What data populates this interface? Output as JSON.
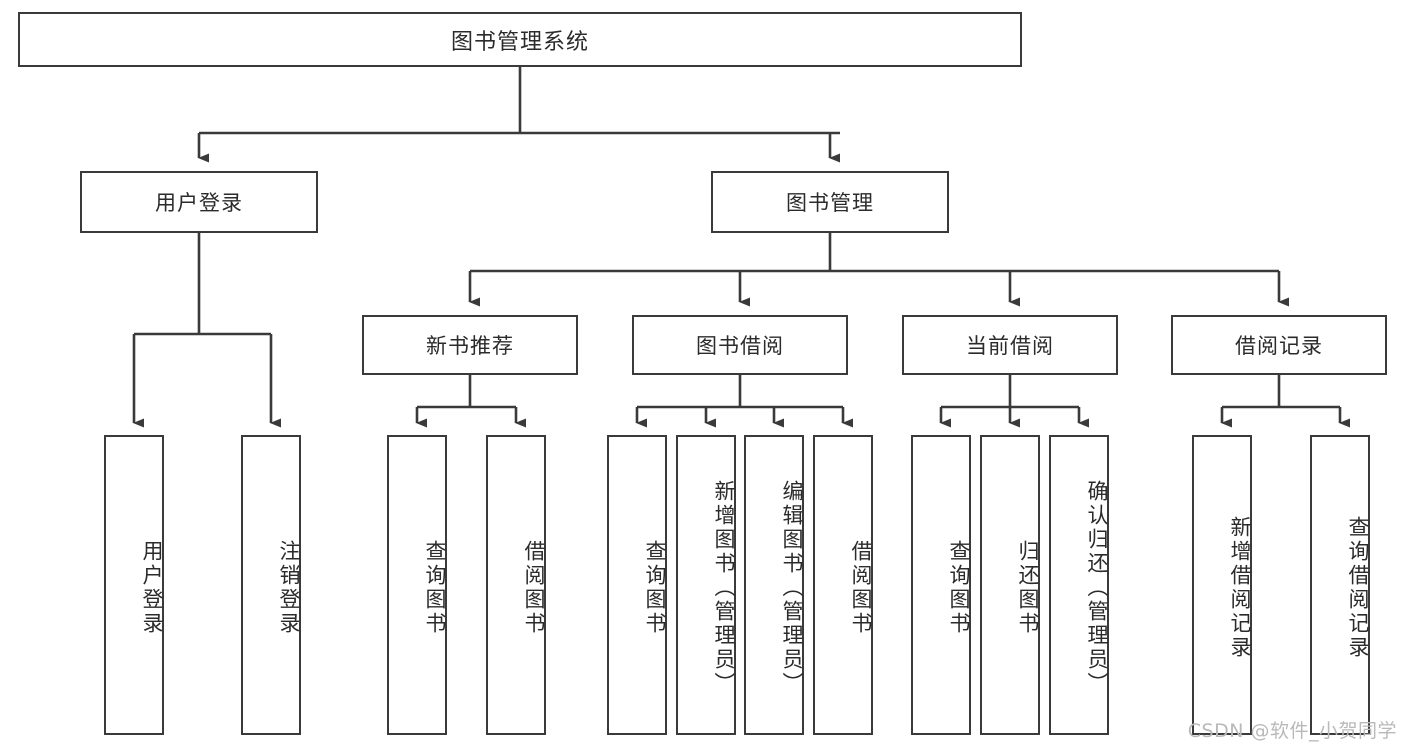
{
  "diagram": {
    "title": "图书管理系统",
    "type": "tree",
    "orientation": "top-down",
    "style": {
      "box_border_color": "#3a3a3a",
      "box_fill_color": "#ffffff",
      "edge_color": "#3a3a3a",
      "text_color": "#2b2b2b",
      "background": "#ffffff"
    },
    "root": {
      "id": "root",
      "label": "图书管理系统",
      "orientation": "horizontal"
    },
    "level2": [
      {
        "id": "n-user-login",
        "label": "用户登录",
        "orientation": "horizontal"
      },
      {
        "id": "n-book-manage",
        "label": "图书管理",
        "orientation": "horizontal"
      }
    ],
    "level3": [
      {
        "id": "n-new-book-rec",
        "label": "新书推荐",
        "orientation": "horizontal",
        "parent": "n-book-manage"
      },
      {
        "id": "n-book-borrow",
        "label": "图书借阅",
        "orientation": "horizontal",
        "parent": "n-book-manage"
      },
      {
        "id": "n-current-borrow",
        "label": "当前借阅",
        "orientation": "horizontal",
        "parent": "n-book-manage"
      },
      {
        "id": "n-borrow-record",
        "label": "借阅记录",
        "orientation": "horizontal",
        "parent": "n-book-manage"
      }
    ],
    "leaves": [
      {
        "id": "l-user-login",
        "label": "用户登录",
        "orientation": "vertical",
        "parent": "n-user-login"
      },
      {
        "id": "l-logout",
        "label": "注销登录",
        "orientation": "vertical",
        "parent": "n-user-login"
      },
      {
        "id": "l-query-book-1",
        "label": "查询图书",
        "orientation": "vertical",
        "parent": "n-new-book-rec"
      },
      {
        "id": "l-borrow-book-1",
        "label": "借阅图书",
        "orientation": "vertical",
        "parent": "n-new-book-rec"
      },
      {
        "id": "l-query-book-2",
        "label": "查询图书",
        "orientation": "vertical",
        "parent": "n-book-borrow"
      },
      {
        "id": "l-add-book",
        "label": "新增图书（管理员）",
        "orientation": "vertical",
        "parent": "n-book-borrow"
      },
      {
        "id": "l-edit-book",
        "label": "编辑图书（管理员）",
        "orientation": "vertical",
        "parent": "n-book-borrow"
      },
      {
        "id": "l-borrow-book-2",
        "label": "借阅图书",
        "orientation": "vertical",
        "parent": "n-book-borrow"
      },
      {
        "id": "l-query-book-3",
        "label": "查询图书",
        "orientation": "vertical",
        "parent": "n-current-borrow"
      },
      {
        "id": "l-return-book",
        "label": "归还图书",
        "orientation": "vertical",
        "parent": "n-current-borrow"
      },
      {
        "id": "l-confirm-return",
        "label": "确认归还（管理员）",
        "orientation": "vertical",
        "parent": "n-current-borrow"
      },
      {
        "id": "l-add-record",
        "label": "新增借阅记录",
        "orientation": "vertical",
        "parent": "n-borrow-record"
      },
      {
        "id": "l-query-record",
        "label": "查询借阅记录",
        "orientation": "vertical",
        "parent": "n-borrow-record"
      }
    ]
  },
  "watermark": {
    "text": "CSDN @软件_小贺同学"
  }
}
